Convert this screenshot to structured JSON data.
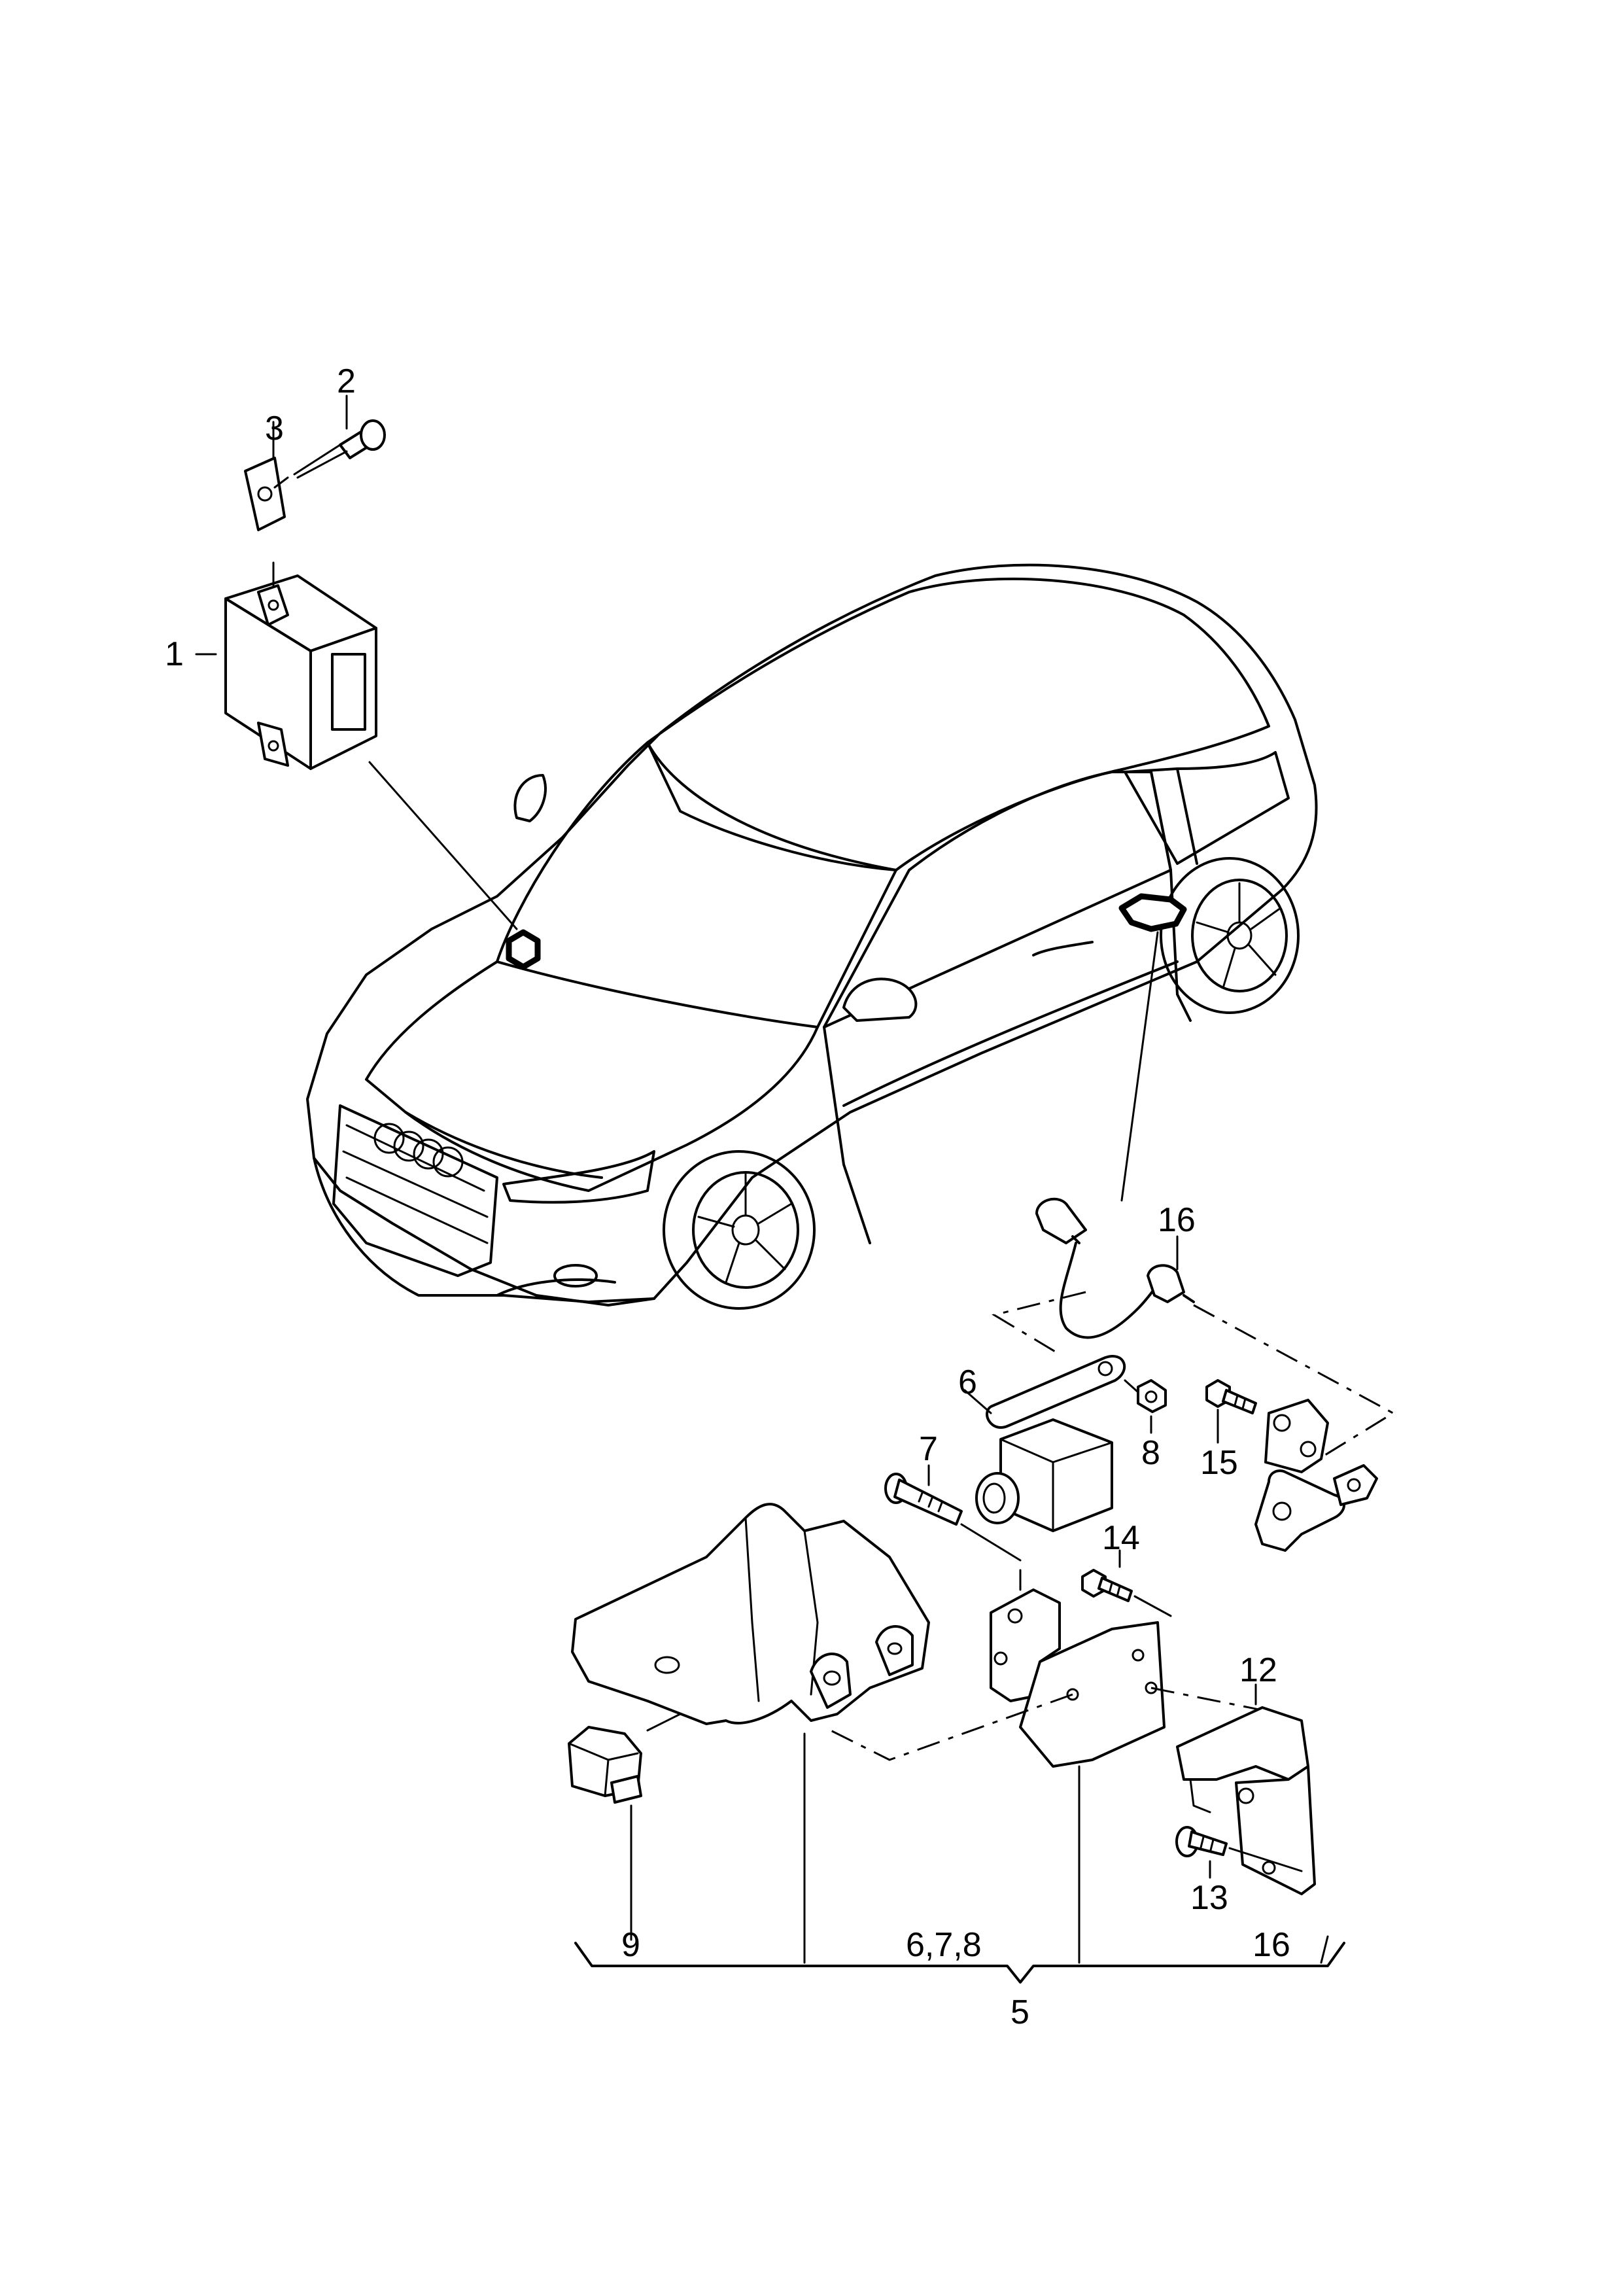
{
  "labels": {
    "l1": "1",
    "l2": "2",
    "l3": "3",
    "l5": "5",
    "l6": "6",
    "l7": "7",
    "l8": "8",
    "l9": "9",
    "l12": "12",
    "l13": "13",
    "l14": "14",
    "l15": "15",
    "l16_top": "16",
    "l16_bottom": "16",
    "l678": "6,7,8"
  },
  "icons": {
    "hex_marker": "hexagon-location-icon",
    "door_marker": "door-location-icon"
  }
}
